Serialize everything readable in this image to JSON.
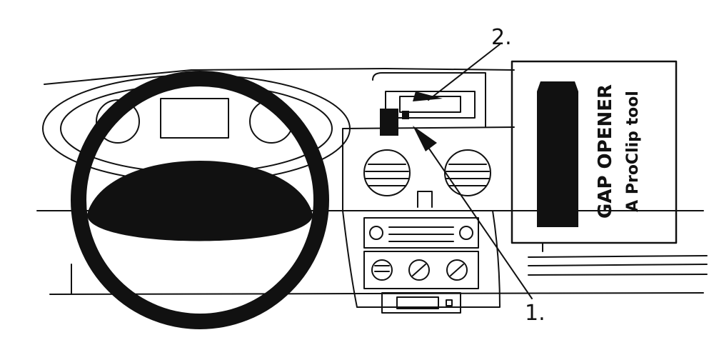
{
  "callouts": {
    "one": "1.",
    "two": "2."
  },
  "tool_box": {
    "title": "GAP OPENER",
    "subtitle": "A ProClip tool"
  }
}
